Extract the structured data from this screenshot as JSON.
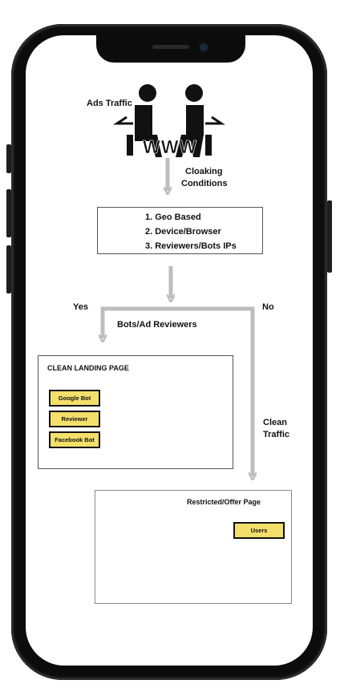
{
  "diagram": {
    "ads_traffic_label": "Ads Traffic",
    "www_label": "WWW",
    "cloaking_label_1": "Cloaking",
    "cloaking_label_2": "Conditions",
    "conditions": [
      "1. Geo Based",
      "2. Device/Browser",
      "3. Reviewers/Bots IPs"
    ],
    "yes_label": "Yes",
    "no_label": "No",
    "bots_label": "Bots/Ad Reviewers",
    "clean_landing_title": "CLEAN LANDING PAGE",
    "bots": [
      "Google Bot",
      "Reviewer",
      "Facebook Bot"
    ],
    "clean_traffic_label_1": "Clean",
    "clean_traffic_label_2": "Traffic",
    "restricted_title": "Restricted/Offer Page",
    "users_label": "Users"
  },
  "colors": {
    "arrow_gray": "#bdbdbd",
    "bot_button": "#f3df6a",
    "connector_orange": "#d9702a",
    "circle_blue": "#41aee8",
    "chart_teal": "#35c3a6",
    "card_red": "#e55a4e",
    "card_blue": "#4aa3df"
  },
  "icons": [
    "people-at-laptops-icon",
    "browser-analytics-icon",
    "devices-mockup-icon"
  ]
}
